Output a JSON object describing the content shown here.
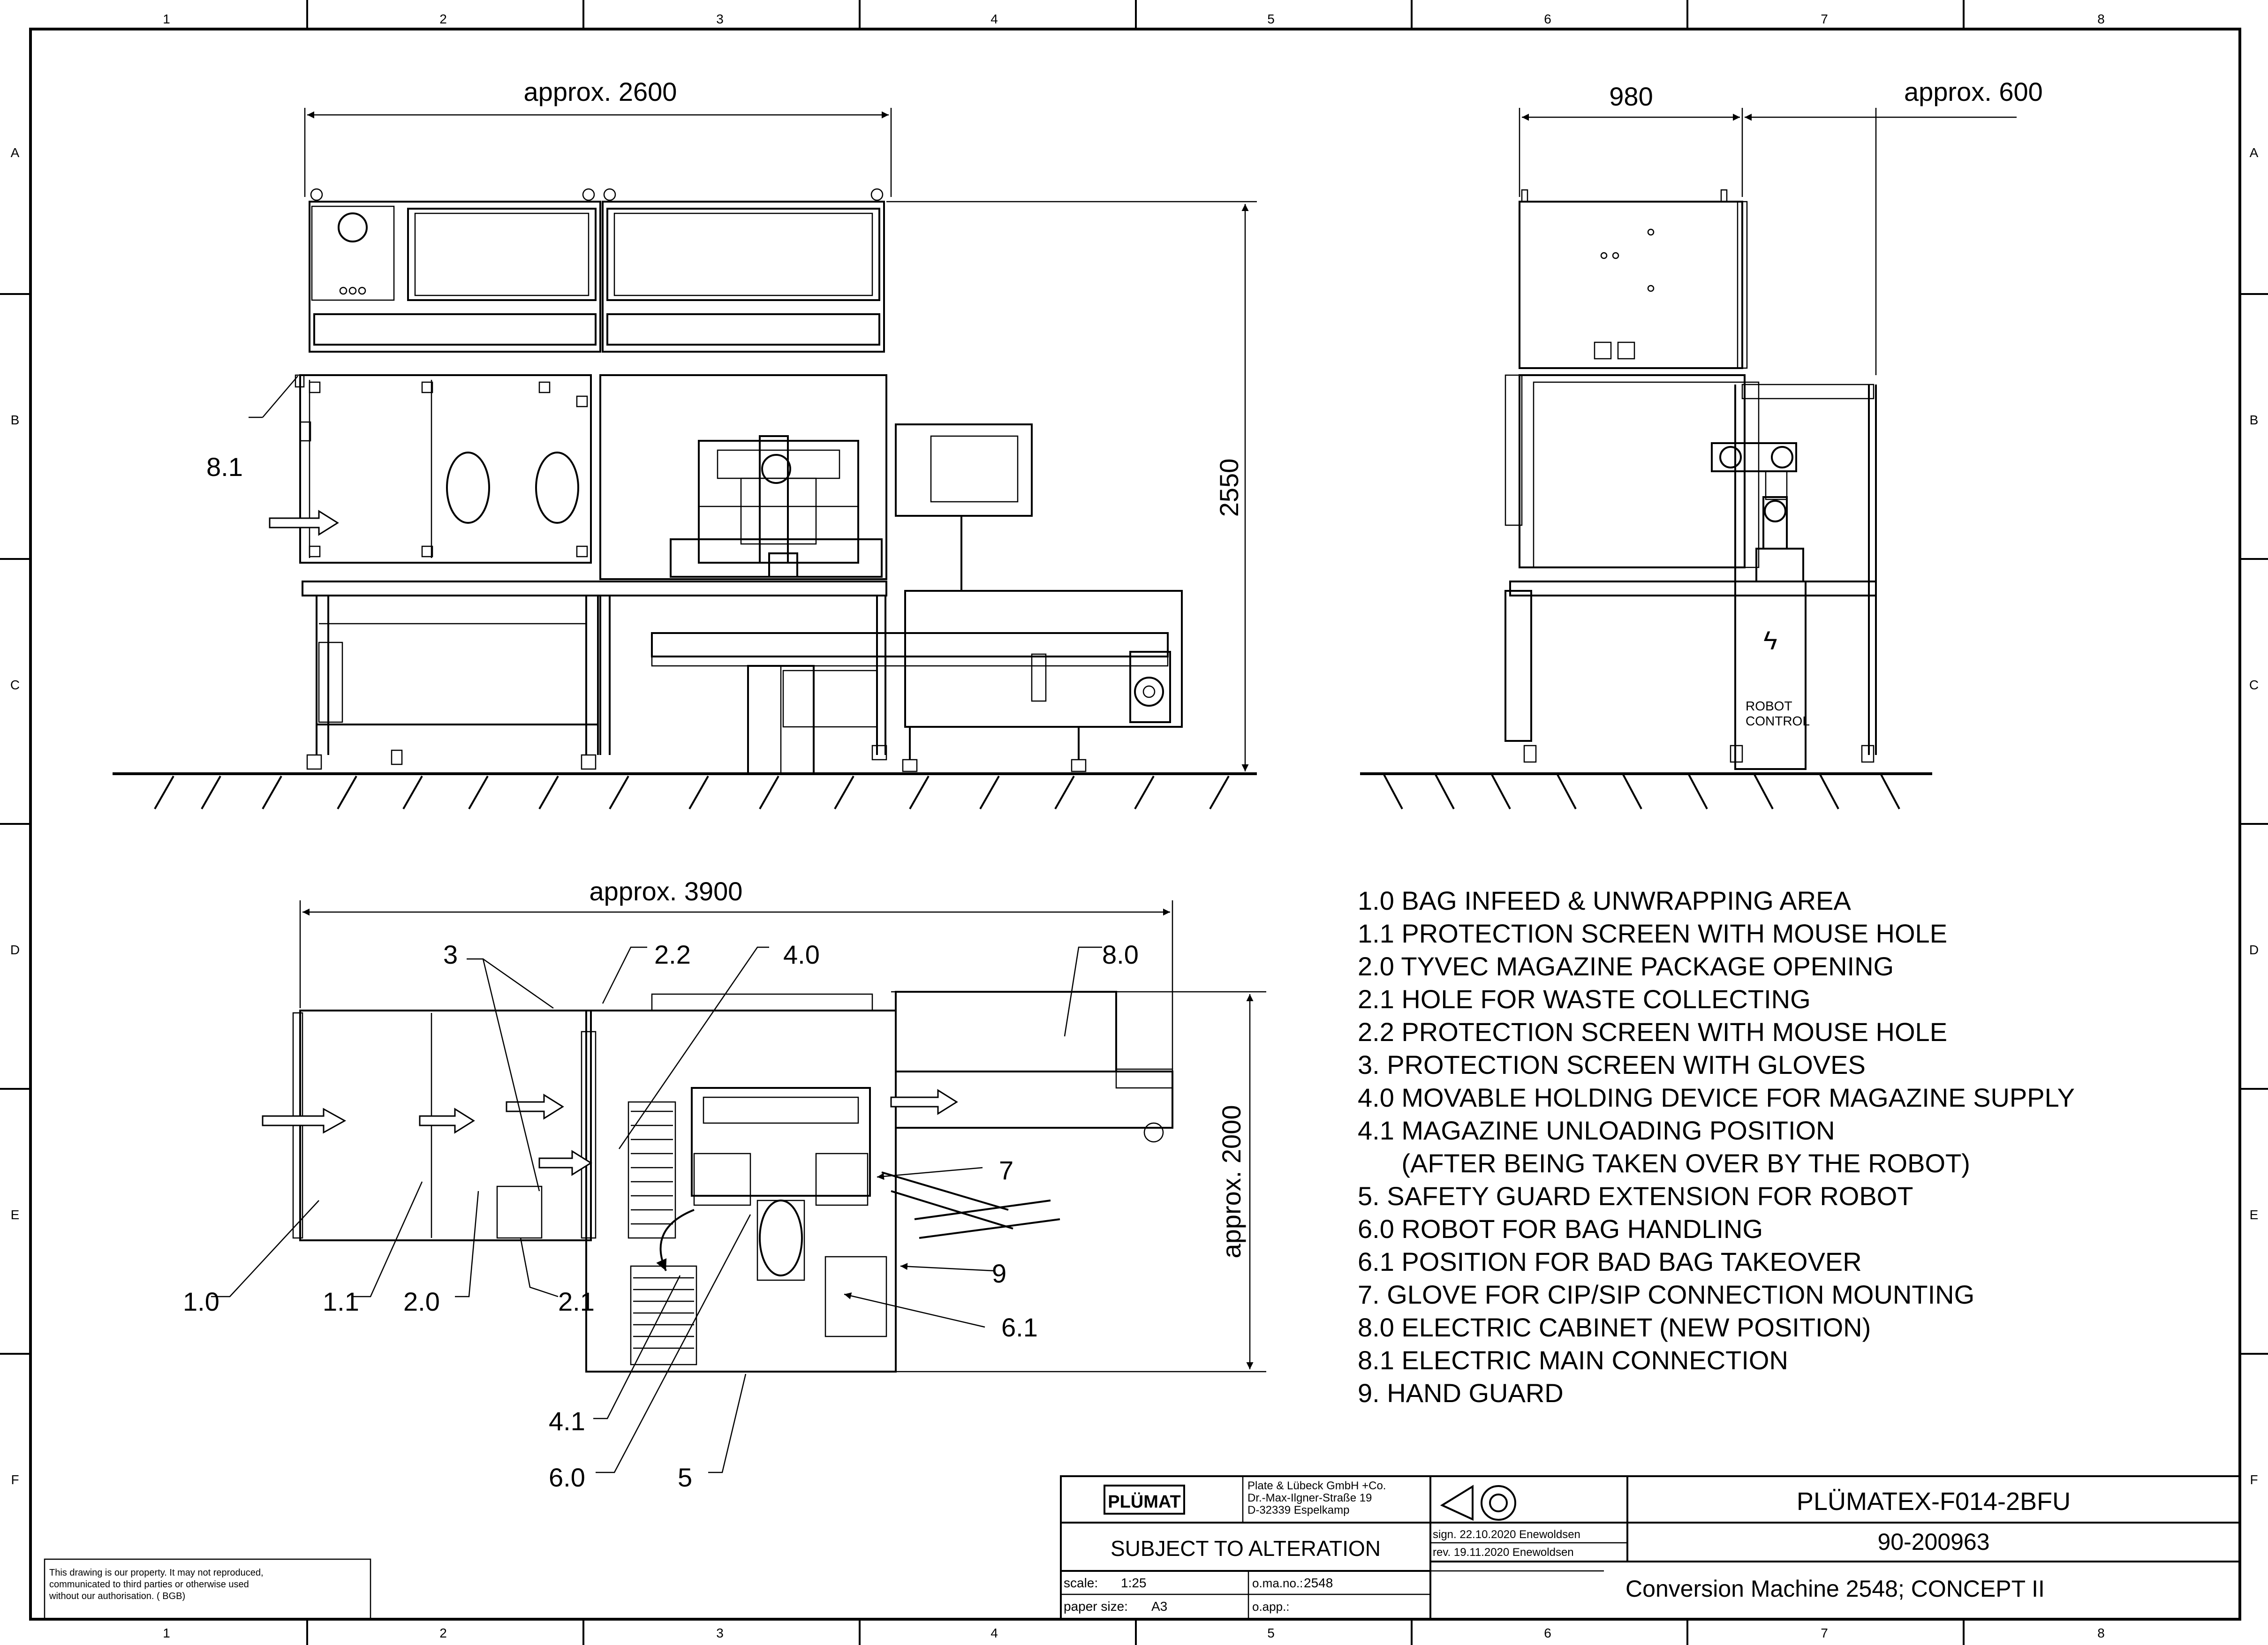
{
  "border": {
    "columns": [
      "1",
      "2",
      "3",
      "4",
      "5",
      "6",
      "7",
      "8"
    ],
    "rows": [
      "A",
      "B",
      "C",
      "D",
      "E",
      "F"
    ]
  },
  "dimensions": {
    "front_width": "approx. 2600",
    "front_height": "2550",
    "side_width": "980",
    "side_extra": "approx. 600",
    "top_width": "approx. 3900",
    "top_height": "approx. 2000"
  },
  "side_view": {
    "robot_control": [
      "ROBOT",
      "CONTROL"
    ]
  },
  "callouts": {
    "front": [
      "8.1"
    ],
    "top": [
      "3",
      "2.2",
      "4.0",
      "8.0",
      "7",
      "9",
      "6.1",
      "1.0",
      "1.1",
      "2.0",
      "2.1",
      "4.1",
      "6.0",
      "5"
    ]
  },
  "legend": [
    "1.0 BAG INFEED & UNWRAPPING AREA",
    "1.1 PROTECTION SCREEN WITH MOUSE HOLE",
    "2.0 TYVEC MAGAZINE PACKAGE OPENING",
    "2.1 HOLE FOR WASTE COLLECTING",
    "2.2 PROTECTION SCREEN WITH MOUSE HOLE",
    "3.   PROTECTION SCREEN WITH GLOVES",
    "4.0 MOVABLE HOLDING DEVICE FOR MAGAZINE SUPPLY",
    "4.1 MAGAZINE UNLOADING POSITION",
    "      (AFTER BEING TAKEN OVER BY THE ROBOT)",
    "5.   SAFETY GUARD EXTENSION FOR ROBOT",
    "6.0 ROBOT FOR BAG HANDLING",
    "6.1 POSITION FOR BAD BAG TAKEOVER",
    "7.   GLOVE FOR CIP/SIP CONNECTION MOUNTING",
    "8.0 ELECTRIC CABINET (NEW POSITION)",
    "8.1 ELECTRIC MAIN CONNECTION",
    "9.   HAND GUARD"
  ],
  "title_block": {
    "logo": "PLÜMAT",
    "company": [
      "Plate & Lübeck GmbH +Co.",
      "Dr.-Max-Ilgner-Straße 19",
      "D-32339 Espelkamp"
    ],
    "subject": "SUBJECT TO ALTERATION",
    "sign": "sign.  22.10.2020 Enewoldsen",
    "rev": "rev.  19.11.2020 Enewoldsen",
    "scale_label": "scale:",
    "scale_value": "1:25",
    "paper_label": "paper size:",
    "paper_value": "A3",
    "oma_label": "o.ma.no.:",
    "oma_value": "2548",
    "oapp_label": "o.app.:",
    "drawing_name": "PLÜMATEX-F014-2BFU",
    "drawing_number": "90-200963",
    "description": "Conversion Machine 2548; CONCEPT II"
  },
  "property_note": [
    "This drawing is our property. It may not reproduced,",
    "communicated to third parties or otherwise used",
    "without our authorisation. ( BGB)"
  ]
}
